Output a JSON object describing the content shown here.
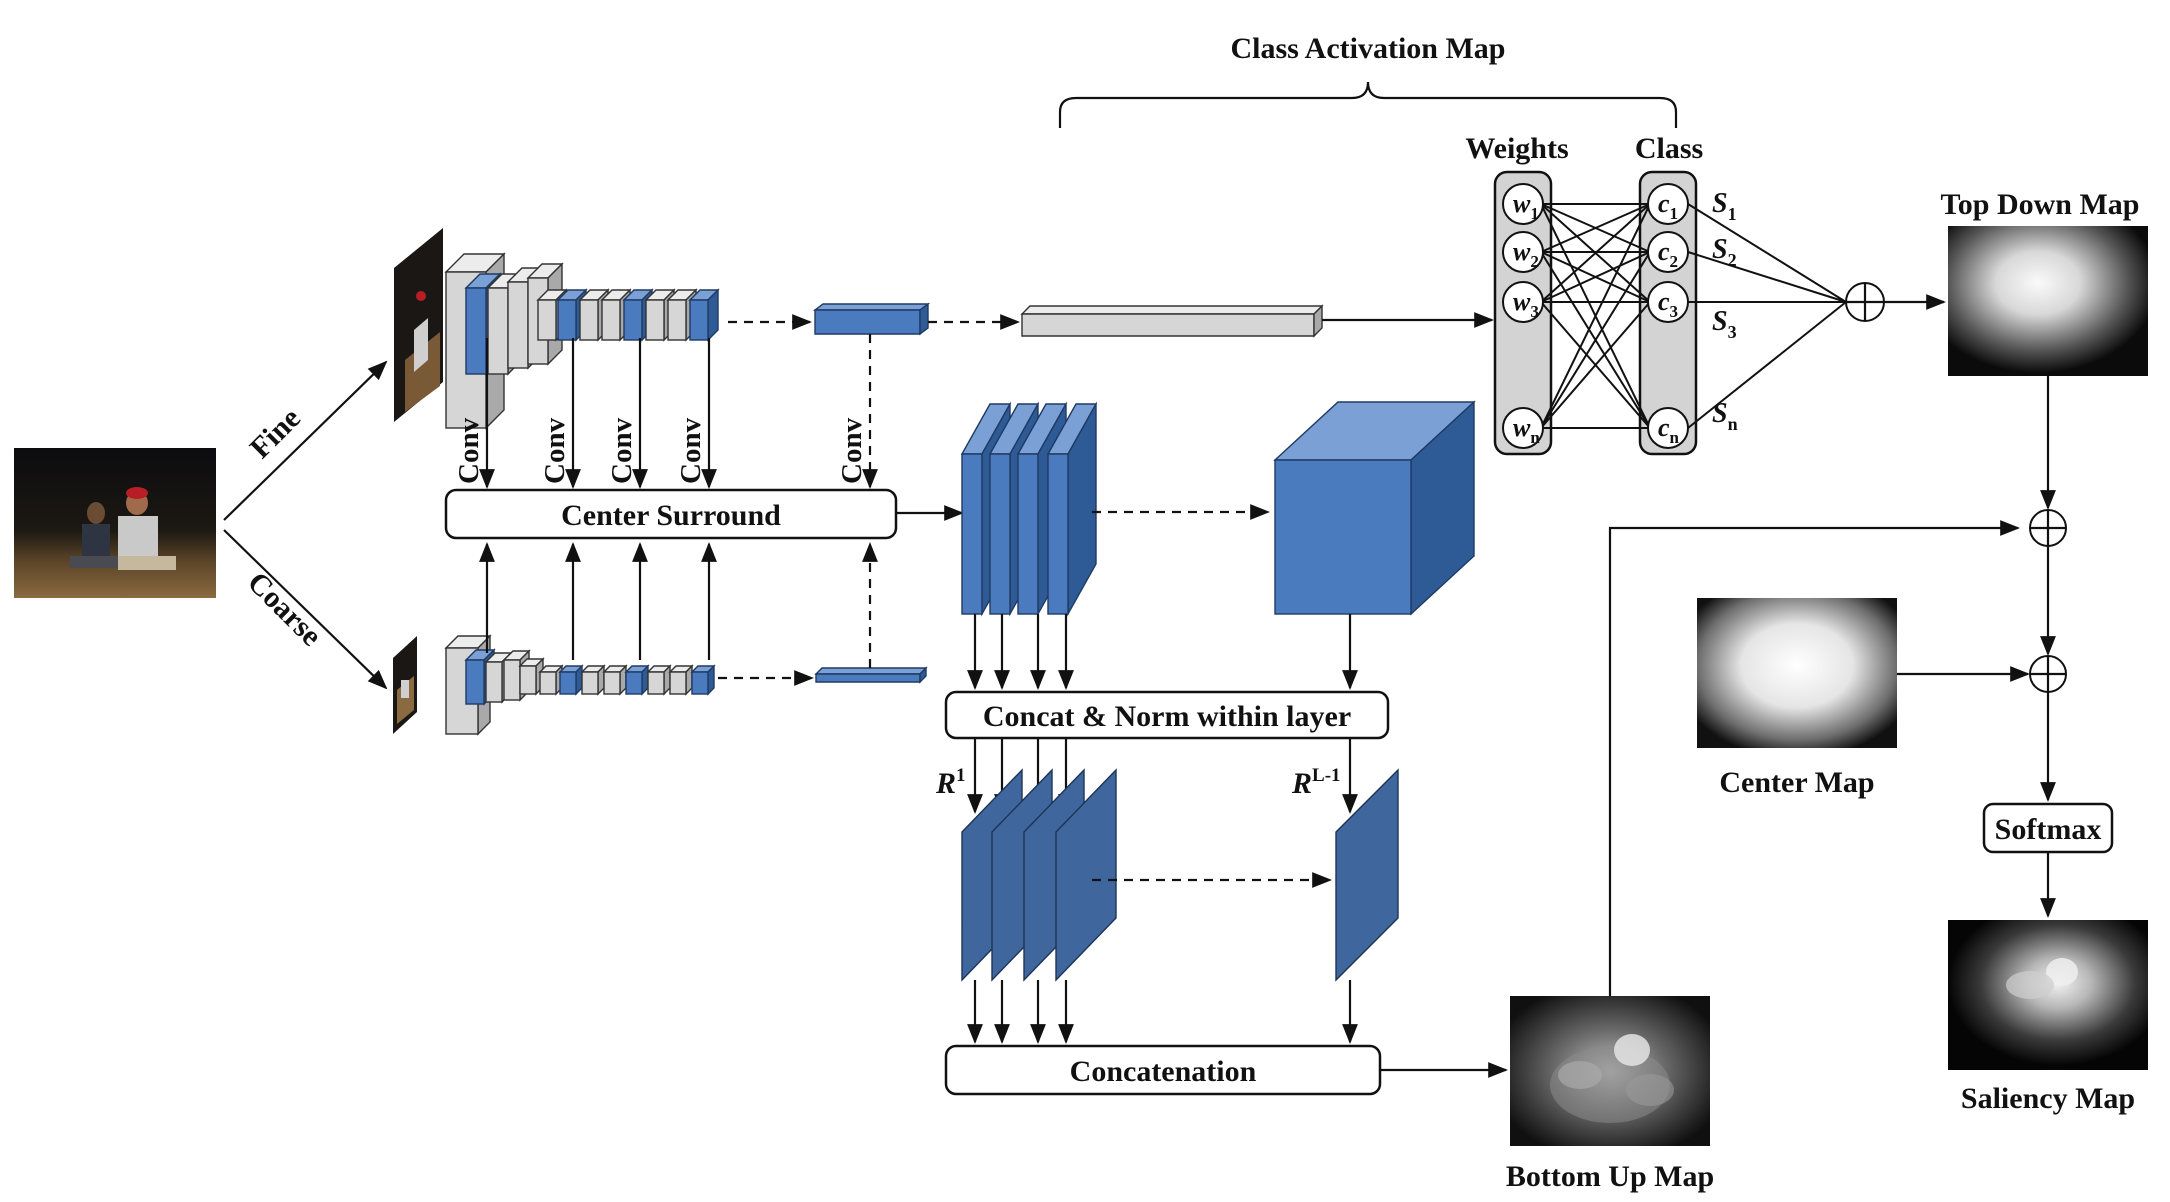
{
  "labels": {
    "class_activation_map": "Class Activation Map",
    "weights": "Weights",
    "class": "Class",
    "top_down_map": "Top Down Map",
    "fine": "Fine",
    "coarse": "Coarse",
    "conv": "Conv",
    "center_surround": "Center Surround",
    "concat_norm": "Concat & Norm within layer",
    "concatenation": "Concatenation",
    "center_map": "Center Map",
    "softmax": "Softmax",
    "saliency_map": "Saliency Map",
    "bottom_up_map": "Bottom Up Map"
  },
  "weights": [
    {
      "base": "w",
      "sub": "1"
    },
    {
      "base": "w",
      "sub": "2"
    },
    {
      "base": "w",
      "sub": "3"
    },
    {
      "base": "w",
      "sub": "n"
    }
  ],
  "classes": [
    {
      "base": "c",
      "sub": "1"
    },
    {
      "base": "c",
      "sub": "2"
    },
    {
      "base": "c",
      "sub": "3"
    },
    {
      "base": "c",
      "sub": "n"
    }
  ],
  "scores": [
    {
      "base": "S",
      "sub": "1"
    },
    {
      "base": "S",
      "sub": "2"
    },
    {
      "base": "S",
      "sub": "3"
    },
    {
      "base": "S",
      "sub": "n"
    }
  ],
  "response_maps": [
    {
      "base": "R",
      "sup": "1"
    },
    {
      "base": "R",
      "sup": "L-1"
    }
  ],
  "colors": {
    "feature_blue": "#4a7bbf",
    "feature_blue_dark": "#2e5b96",
    "feature_gray": "#d6d6d6",
    "node_fill": "#d3d3d3"
  },
  "icons": {
    "sum_operator": "circled-plus-icon",
    "input_photo": "photo-icon"
  }
}
